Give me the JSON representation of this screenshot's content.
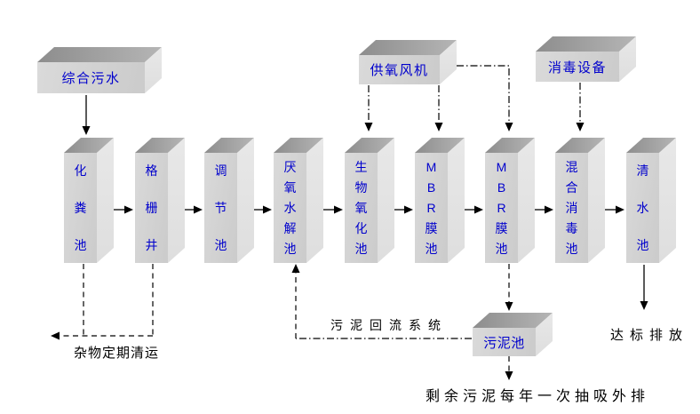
{
  "colors": {
    "label_blue": "#0000cd",
    "box_front_gray": "#d2d2d2",
    "box_top_gray": "#9a9a9a",
    "box_side_gray": "#e2e2e2",
    "line_black": "#000000",
    "background": "#ffffff"
  },
  "source_boxes": {
    "influent": "综合污水",
    "air_blower": "供氧风机",
    "disinfection_equipment": "消毒设备",
    "sludge_tank": "污泥池"
  },
  "process_tanks": [
    "化粪池",
    "格栅井",
    "调节池",
    "厌氧水解池",
    "生物氧化池",
    "MBR膜池",
    "MBR膜池",
    "混合消毒池",
    "清水池"
  ],
  "annotations": {
    "debris_removal": "杂物定期清运",
    "sludge_return_system": "污泥回流系统",
    "compliant_discharge": "达标排放",
    "excess_sludge_disposal": "剩余污泥每年一次抽吸外排"
  }
}
